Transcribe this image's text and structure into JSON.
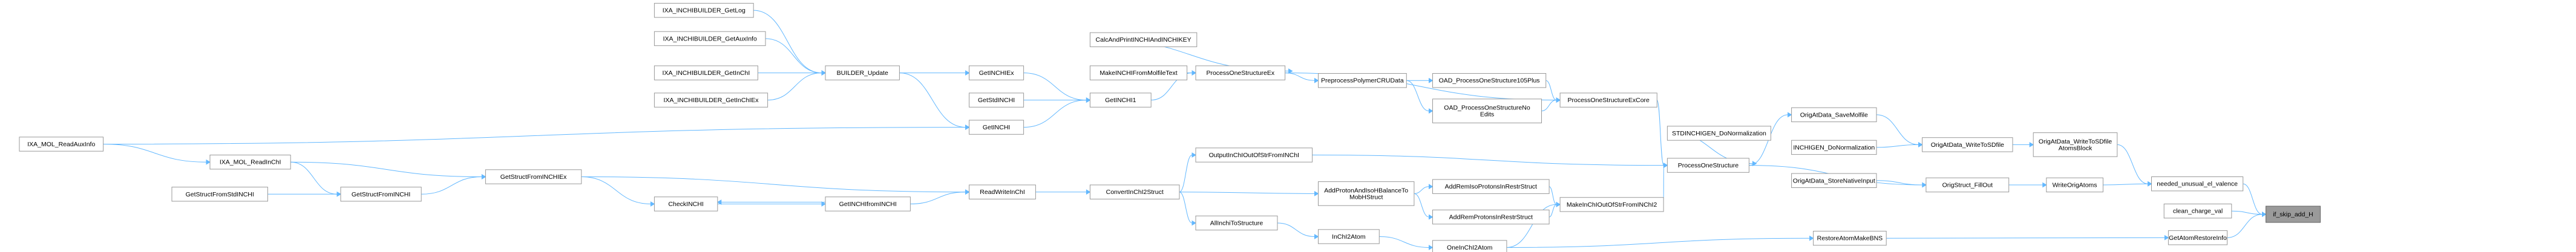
{
  "graph": {
    "nodes": [
      {
        "id": "if_skip_add_H",
        "lines": [
          "if_skip_add_H"
        ],
        "root": true
      },
      {
        "id": "needed_unusual_el_valence",
        "lines": [
          "needed_unusual_el_valence"
        ]
      },
      {
        "id": "clean_charge_val",
        "lines": [
          "clean_charge_val"
        ]
      },
      {
        "id": "GetAtomRestoreInfo",
        "lines": [
          "GetAtomRestoreInfo"
        ]
      },
      {
        "id": "OrigAtData_WriteToSDfileAtomsBlock",
        "lines": [
          "OrigAtData_WriteToSDfile",
          "AtomsBlock"
        ]
      },
      {
        "id": "WriteOrigAtoms",
        "lines": [
          "WriteOrigAtoms"
        ]
      },
      {
        "id": "RestoreAtomMakeBNS",
        "lines": [
          "RestoreAtomMakeBNS"
        ]
      },
      {
        "id": "OrigAtData_WriteToSDfile",
        "lines": [
          "OrigAtData_WriteToSDfile"
        ]
      },
      {
        "id": "OrigStruct_FillOut",
        "lines": [
          "OrigStruct_FillOut"
        ]
      },
      {
        "id": "OrigAtData_SaveMolfile",
        "lines": [
          "OrigAtData_SaveMolfile"
        ]
      },
      {
        "id": "INCHIGEN_DoNormalization",
        "lines": [
          "INCHIGEN_DoNormalization"
        ]
      },
      {
        "id": "OrigAtData_StoreNativeInput",
        "lines": [
          "OrigAtData_StoreNativeInput"
        ]
      },
      {
        "id": "STDINCHIGEN_DoNormalization",
        "lines": [
          "STDINCHIGEN_DoNormalization"
        ]
      },
      {
        "id": "ProcessOneStructure",
        "lines": [
          "ProcessOneStructure"
        ]
      },
      {
        "id": "ProcessOneStructureExCore",
        "lines": [
          "ProcessOneStructureExCore"
        ]
      },
      {
        "id": "MakeInChIOutOfStrFromINChI2",
        "lines": [
          "MakeInChIOutOfStrFromINChI2"
        ]
      },
      {
        "id": "OAD_ProcessOneStructure105Plus",
        "lines": [
          "OAD_ProcessOneStructure105Plus"
        ]
      },
      {
        "id": "OAD_ProcessOneStructureNoEdits",
        "lines": [
          "OAD_ProcessOneStructureNo",
          "Edits"
        ]
      },
      {
        "id": "AddRemIsoProtonsInRestrStruct",
        "lines": [
          "AddRemIsoProtonsInRestrStruct"
        ]
      },
      {
        "id": "AddRemProtonsInRestrStruct",
        "lines": [
          "AddRemProtonsInRestrStruct"
        ]
      },
      {
        "id": "OneInChI2Atom",
        "lines": [
          "OneInChI2Atom"
        ]
      },
      {
        "id": "PreprocessPolymerCRUData",
        "lines": [
          "PreprocessPolymerCRUData"
        ]
      },
      {
        "id": "AddProtonAndIsoHBalanceToMobHStruct",
        "lines": [
          "AddProtonAndIsoHBalanceTo",
          "MobHStruct"
        ]
      },
      {
        "id": "InChI2Atom",
        "lines": [
          "InChI2Atom"
        ]
      },
      {
        "id": "ProcessOneStructureEx",
        "lines": [
          "ProcessOneStructureEx"
        ]
      },
      {
        "id": "OutputInChIOutOfStrFromINChI",
        "lines": [
          "OutputInChIOutOfStrFromINChI"
        ]
      },
      {
        "id": "AllInchiToStructure",
        "lines": [
          "AllInchiToStructure"
        ]
      },
      {
        "id": "CalcAndPrintINCHIAndINCHIKEY",
        "lines": [
          "CalcAndPrintINCHIAndINCHIKEY"
        ]
      },
      {
        "id": "MakeINCHIFromMolfileText",
        "lines": [
          "MakeINCHIFromMolfileText"
        ]
      },
      {
        "id": "GetINCHI1",
        "lines": [
          "GetINCHI1"
        ]
      },
      {
        "id": "ConvertInChI2Struct",
        "lines": [
          "ConvertInChI2Struct"
        ]
      },
      {
        "id": "GetINCHIEx",
        "lines": [
          "GetINCHIEx"
        ]
      },
      {
        "id": "GetStdINCHI",
        "lines": [
          "GetStdINCHI"
        ]
      },
      {
        "id": "GetINCHI",
        "lines": [
          "GetINCHI"
        ]
      },
      {
        "id": "ReadWriteInChI",
        "lines": [
          "ReadWriteInChI"
        ]
      },
      {
        "id": "BUILDER_Update",
        "lines": [
          "BUILDER_Update"
        ]
      },
      {
        "id": "GetINCHIfromINCHI",
        "lines": [
          "GetINCHIfromINCHI"
        ]
      },
      {
        "id": "IXA_INCHIBUILDER_GetLog",
        "lines": [
          "IXA_INCHIBUILDER_GetLog"
        ]
      },
      {
        "id": "IXA_INCHIBUILDER_GetAuxInfo",
        "lines": [
          "IXA_INCHIBUILDER_GetAuxInfo"
        ]
      },
      {
        "id": "IXA_INCHIBUILDER_GetInChI",
        "lines": [
          "IXA_INCHIBUILDER_GetInChI"
        ]
      },
      {
        "id": "IXA_INCHIBUILDER_GetInChIEx",
        "lines": [
          "IXA_INCHIBUILDER_GetInChIEx"
        ]
      },
      {
        "id": "CheckINCHI",
        "lines": [
          "CheckINCHI"
        ]
      },
      {
        "id": "GetStructFromINCHIEx",
        "lines": [
          "GetStructFromINCHIEx"
        ]
      },
      {
        "id": "IXA_MOL_ReadInChI",
        "lines": [
          "IXA_MOL_ReadInChI"
        ]
      },
      {
        "id": "GetStructFromINCHI",
        "lines": [
          "GetStructFromINCHI"
        ]
      },
      {
        "id": "IXA_MOL_ReadAuxInfo",
        "lines": [
          "IXA_MOL_ReadAuxInfo"
        ]
      },
      {
        "id": "GetStructFromStdINCHI",
        "lines": [
          "GetStructFromStdINCHI"
        ]
      }
    ],
    "edges": [
      [
        "needed_unusual_el_valence",
        "if_skip_add_H"
      ],
      [
        "clean_charge_val",
        "if_skip_add_H"
      ],
      [
        "GetAtomRestoreInfo",
        "if_skip_add_H"
      ],
      [
        "OrigAtData_WriteToSDfileAtomsBlock",
        "needed_unusual_el_valence"
      ],
      [
        "WriteOrigAtoms",
        "needed_unusual_el_valence"
      ],
      [
        "RestoreAtomMakeBNS",
        "GetAtomRestoreInfo"
      ],
      [
        "OrigAtData_WriteToSDfile",
        "OrigAtData_WriteToSDfileAtomsBlock"
      ],
      [
        "OrigStruct_FillOut",
        "WriteOrigAtoms"
      ],
      [
        "OrigAtData_SaveMolfile",
        "OrigAtData_WriteToSDfile"
      ],
      [
        "INCHIGEN_DoNormalization",
        "OrigAtData_WriteToSDfile"
      ],
      [
        "OrigAtData_StoreNativeInput",
        "OrigStruct_FillOut"
      ],
      [
        "ProcessOneStructure",
        "OrigAtData_SaveMolfile"
      ],
      [
        "ProcessOneStructure",
        "OrigStruct_FillOut"
      ],
      [
        "STDINCHIGEN_DoNormalization",
        "ProcessOneStructure"
      ],
      [
        "ProcessOneStructureExCore",
        "ProcessOneStructure"
      ],
      [
        "MakeInChIOutOfStrFromINChI2",
        "ProcessOneStructure"
      ],
      [
        "OutputInChIOutOfStrFromINChI",
        "ProcessOneStructure"
      ],
      [
        "ProcessOneStructureEx",
        "ProcessOneStructureExCore"
      ],
      [
        "OAD_ProcessOneStructure105Plus",
        "ProcessOneStructureExCore"
      ],
      [
        "OAD_ProcessOneStructureNoEdits",
        "ProcessOneStructureExCore"
      ],
      [
        "PreprocessPolymerCRUData",
        "OAD_ProcessOneStructure105Plus"
      ],
      [
        "PreprocessPolymerCRUData",
        "OAD_ProcessOneStructureNoEdits"
      ],
      [
        "ProcessOneStructureEx",
        "PreprocessPolymerCRUData"
      ],
      [
        "AddRemIsoProtonsInRestrStruct",
        "MakeInChIOutOfStrFromINChI2"
      ],
      [
        "AddRemProtonsInRestrStruct",
        "MakeInChIOutOfStrFromINChI2"
      ],
      [
        "OneInChI2Atom",
        "MakeInChIOutOfStrFromINChI2"
      ],
      [
        "OneInChI2Atom",
        "RestoreAtomMakeBNS"
      ],
      [
        "AddProtonAndIsoHBalanceToMobHStruct",
        "AddRemIsoProtonsInRestrStruct"
      ],
      [
        "AddProtonAndIsoHBalanceToMobHStruct",
        "AddRemProtonsInRestrStruct"
      ],
      [
        "ConvertInChI2Struct",
        "AddProtonAndIsoHBalanceToMobHStruct"
      ],
      [
        "InChI2Atom",
        "OneInChI2Atom"
      ],
      [
        "AllInchiToStructure",
        "InChI2Atom"
      ],
      [
        "ConvertInChI2Struct",
        "AllInchiToStructure"
      ],
      [
        "ConvertInChI2Struct",
        "OutputInChIOutOfStrFromINChI"
      ],
      [
        "ReadWriteInChI",
        "ConvertInChI2Struct"
      ],
      [
        "CalcAndPrintINCHIAndINCHIKEY",
        "ProcessOneStructureEx"
      ],
      [
        "MakeINCHIFromMolfileText",
        "ProcessOneStructureEx"
      ],
      [
        "GetINCHI1",
        "ProcessOneStructureEx"
      ],
      [
        "GetINCHIEx",
        "GetINCHI1"
      ],
      [
        "GetStdINCHI",
        "GetINCHI1"
      ],
      [
        "GetINCHI",
        "GetINCHI1"
      ],
      [
        "BUILDER_Update",
        "GetINCHIEx"
      ],
      [
        "BUILDER_Update",
        "GetINCHI"
      ],
      [
        "IXA_INCHIBUILDER_GetLog",
        "BUILDER_Update"
      ],
      [
        "IXA_INCHIBUILDER_GetAuxInfo",
        "BUILDER_Update"
      ],
      [
        "IXA_INCHIBUILDER_GetInChI",
        "BUILDER_Update"
      ],
      [
        "IXA_INCHIBUILDER_GetInChIEx",
        "BUILDER_Update"
      ],
      [
        "IXA_MOL_ReadAuxInfo",
        "GetINCHI"
      ],
      [
        "GetINCHIfromINCHI",
        "ReadWriteInChI"
      ],
      [
        "GetStructFromINCHIEx",
        "ReadWriteInChI"
      ],
      [
        "CheckINCHI",
        "GetINCHIfromINCHI"
      ],
      [
        "GetINCHIfromINCHI",
        "CheckINCHI"
      ],
      [
        "GetStructFromINCHIEx",
        "CheckINCHI"
      ],
      [
        "IXA_MOL_ReadInChI",
        "GetStructFromINCHIEx"
      ],
      [
        "GetStructFromINCHI",
        "GetStructFromINCHIEx"
      ],
      [
        "IXA_MOL_ReadAuxInfo",
        "IXA_MOL_ReadInChI"
      ],
      [
        "GetStructFromStdINCHI",
        "GetStructFromINCHI"
      ],
      [
        "IXA_MOL_ReadInChI",
        "GetStructFromINCHI"
      ]
    ]
  }
}
